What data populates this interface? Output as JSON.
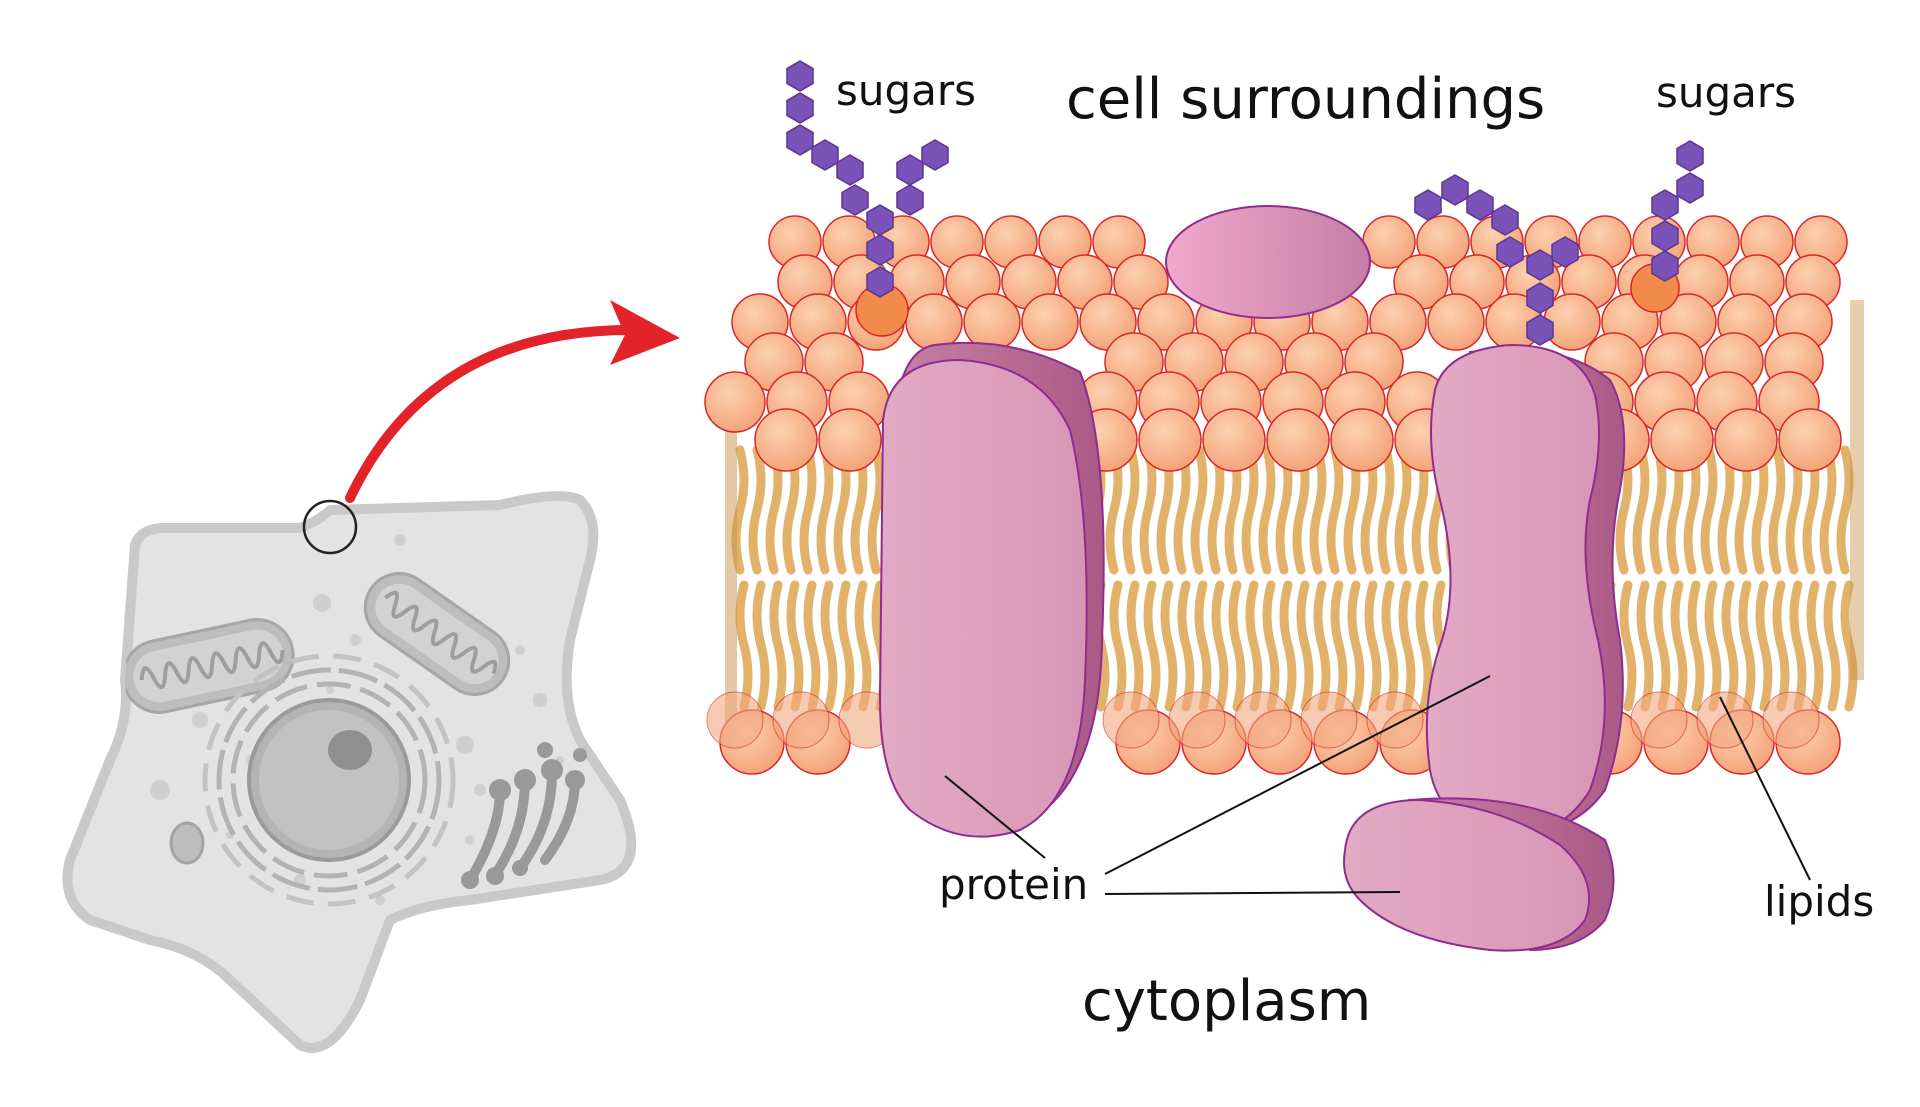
{
  "labels": {
    "sugars_left": "sugars",
    "surroundings": "cell surroundings",
    "sugars_right": "sugars",
    "protein": "protein",
    "lipids": "lipids",
    "cytoplasm": "cytoplasm"
  },
  "colors": {
    "head_fill": "#f7b48a",
    "head_stroke": "#d6282a",
    "tail": "#e2b26a",
    "tail_dark": "#c8914a",
    "protein_fill": "#dfa6bf",
    "protein_side": "#c77fa3",
    "protein_stroke": "#8e2c8f",
    "sugar": "#7b52b8",
    "arrow": "#e3232a",
    "cell_fill": "#e2e2e2",
    "cell_stroke": "#c4c4c4"
  }
}
